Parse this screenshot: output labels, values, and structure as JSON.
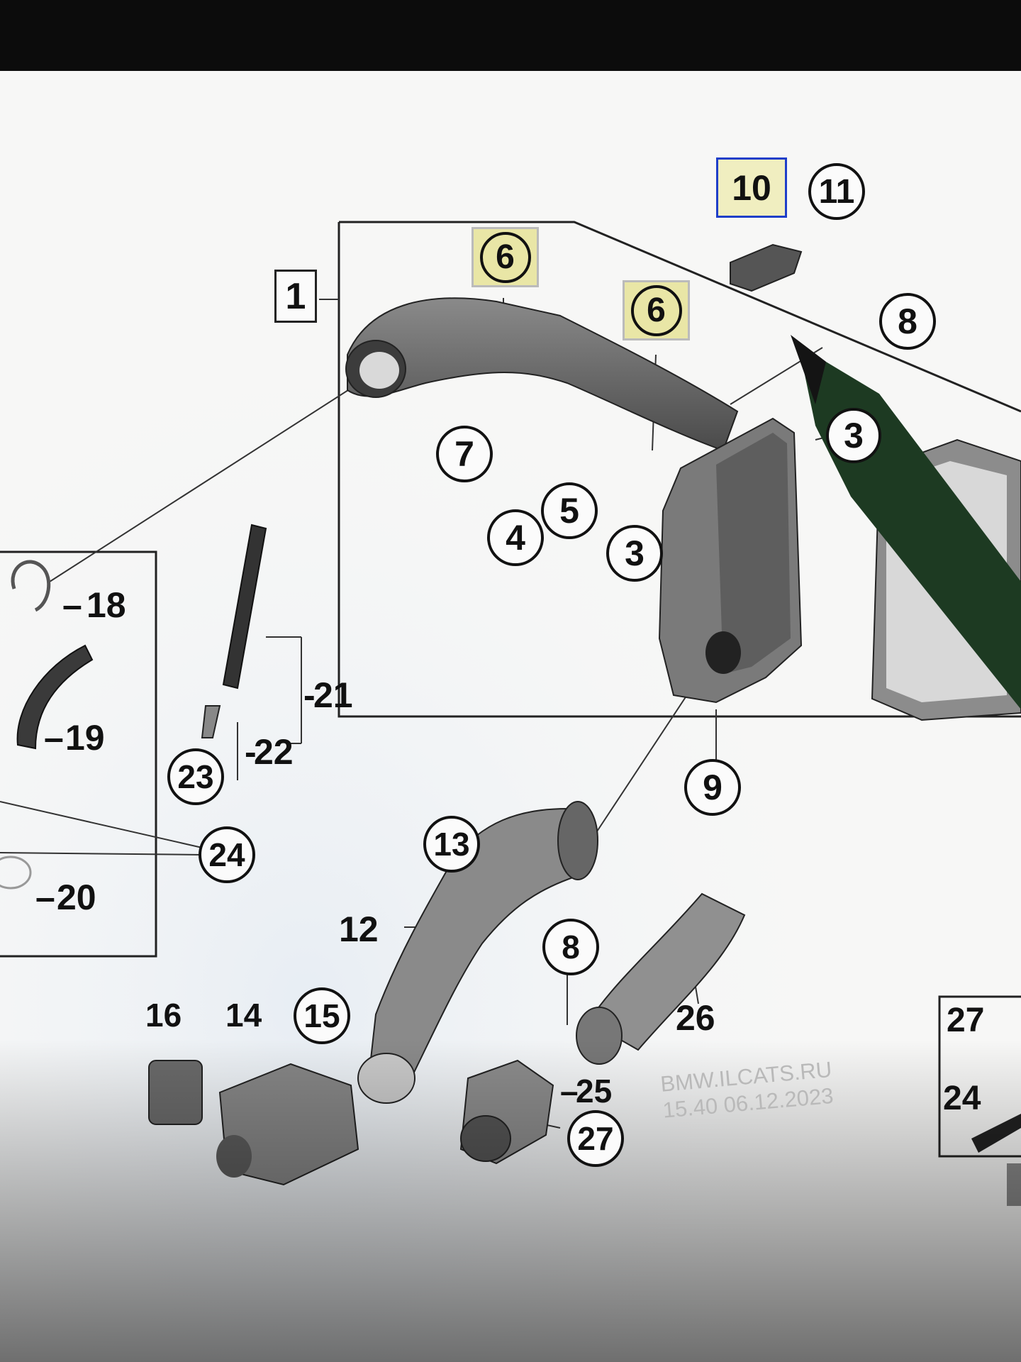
{
  "callouts": {
    "c1": "1",
    "c3a": "3",
    "c3b": "3",
    "c4": "4",
    "c5": "5",
    "c6a": "6",
    "c6b": "6",
    "c7": "7",
    "c8a": "8",
    "c8b": "8",
    "c9": "9",
    "c10": "10",
    "c11": "11",
    "c12": "12",
    "c13": "13",
    "c14": "14",
    "c15": "15",
    "c16": "16",
    "c18": "18",
    "c19": "19",
    "c20": "20",
    "c21": "21",
    "c22": "22",
    "c23": "23",
    "c24a": "24",
    "c24b": "24",
    "c25": "25",
    "c26": "26",
    "c27a": "27",
    "c27b": "27"
  },
  "watermark": {
    "line1": "BMW.ILCATS.RU",
    "line2": "15.40 06.12.2023"
  },
  "colors": {
    "background": "#fbfbfb",
    "highlight_yellow": "#e9e6a6",
    "selected_border": "#1e3ec9",
    "part_gray": "#6e6e6e",
    "stylus_green": "#1d3a22"
  }
}
